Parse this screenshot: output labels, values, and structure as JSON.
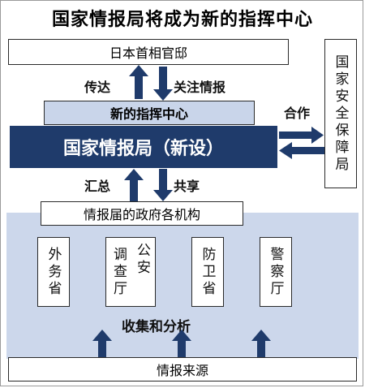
{
  "title": "国家情报局将成为新的指挥中心",
  "top_box": "日本首相官邸",
  "arrow_labels": {
    "relay": "传达",
    "focus": "关注情报",
    "summarize": "汇总",
    "share": "共享",
    "cooperate": "合作"
  },
  "command_center": "新的指挥中心",
  "main_bureau": "国家情报局（新设）",
  "side_box": "国家安全保障局",
  "gov_agencies": "情报届的政府各机构",
  "agencies": [
    {
      "col1": "外务省"
    },
    {
      "col1": "调查厅",
      "col2": "公安"
    },
    {
      "col1": "防卫省"
    },
    {
      "col1": "警察厅"
    }
  ],
  "collect_label": "收集和分析",
  "source_box": "情报来源",
  "colors": {
    "navy": "#1f3b6b",
    "light_blue": "#c9d5ea",
    "pale_blue": "#ccd7eb"
  }
}
